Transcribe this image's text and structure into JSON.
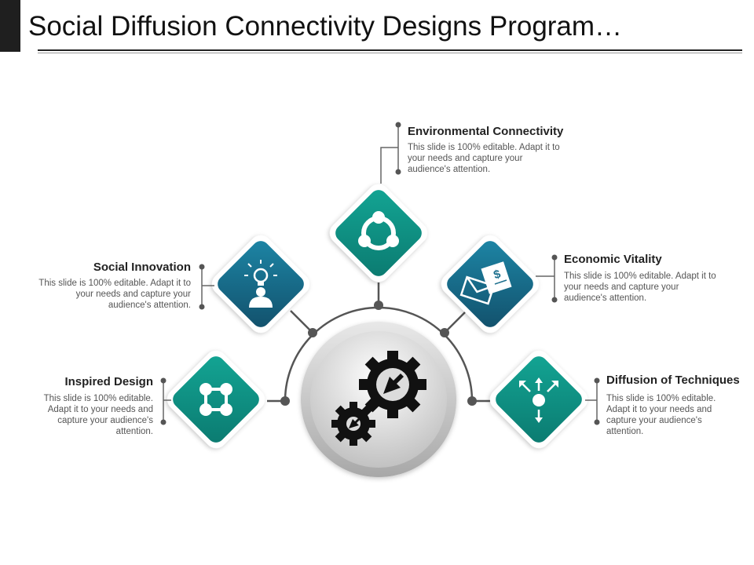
{
  "header": {
    "title": "Social Diffusion Connectivity Designs Program…"
  },
  "items": [
    {
      "title": "Environmental Connectivity",
      "description": "This slide is 100% editable. Adapt it to your needs and capture your audience's attention.",
      "icon": "share-nodes-icon"
    },
    {
      "title": "Social Innovation",
      "description": "This slide is 100% editable. Adapt it to your needs and capture your audience's attention.",
      "icon": "lightbulb-person-icon"
    },
    {
      "title": "Economic Vitality",
      "description": "This slide is 100% editable. Adapt it to your needs and capture your audience's attention.",
      "icon": "money-envelope-icon"
    },
    {
      "title": "Inspired Design",
      "description": "This slide is 100% editable. Adapt it to your needs and capture your audience's attention.",
      "icon": "network-grid-icon"
    },
    {
      "title": "Diffusion of Techniques",
      "description": "This slide is 100% editable. Adapt it to your needs and capture your audience's attention.",
      "icon": "diffusion-arrows-icon"
    }
  ],
  "center": {
    "icon": "gears-icon"
  },
  "colors": {
    "teal": "#17988a",
    "blue": "#1c6f8d",
    "gear": "#111111",
    "connector": "#555555"
  }
}
